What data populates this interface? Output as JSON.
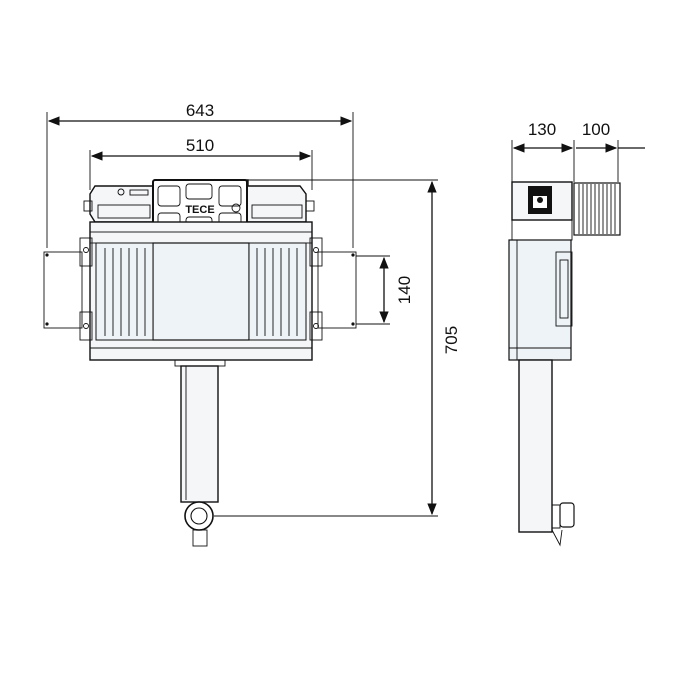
{
  "diagram": {
    "brand_label": "TECE",
    "dimensions": {
      "total_width": "643",
      "tank_width": "510",
      "flush_height": "140",
      "total_height": "705",
      "side_depth": "130",
      "side_extra": "100"
    },
    "colors": {
      "line": "#111111",
      "body": "#f4f6f8",
      "panel": "#eef3f8"
    }
  }
}
